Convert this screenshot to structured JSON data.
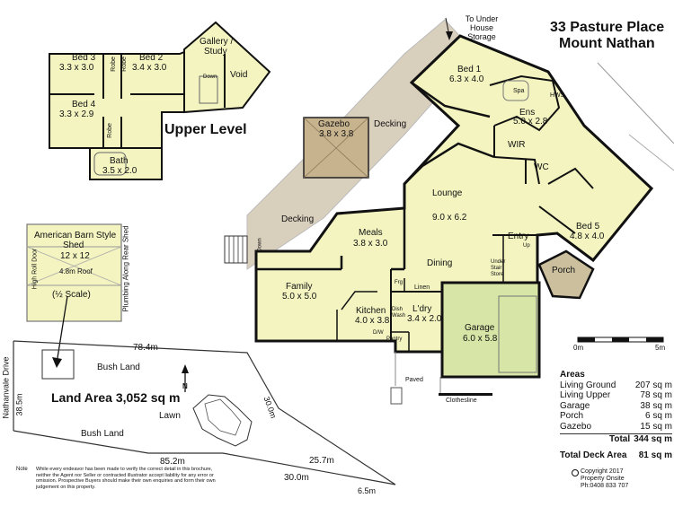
{
  "header": {
    "address_line1": "33 Pasture Place",
    "address_line2": "Mount Nathan"
  },
  "upper_level": {
    "title": "Upper Level",
    "rooms": [
      {
        "name": "Bed 3",
        "size": "3.3 x 3.0"
      },
      {
        "name": "Bed 2",
        "size": "3.4 x 3.0"
      },
      {
        "name": "Bed 4",
        "size": "3.3 x 2.9"
      },
      {
        "name": "Bath",
        "size": "3.5 x 2.0"
      },
      {
        "name": "Gallery /",
        "size": "Study"
      },
      {
        "name": "Void",
        "size": ""
      }
    ],
    "robe1": "Robe",
    "robe2": "Robe",
    "robe3": "Robe",
    "down": "Down"
  },
  "ground_level": {
    "rooms": [
      {
        "name": "Gazebo",
        "size": "3.8 x 3.8"
      },
      {
        "name": "Bed 1",
        "size": "6.3 x 4.0"
      },
      {
        "name": "Ens",
        "size": "5.0 x 2.8"
      },
      {
        "name": "Lounge",
        "size": "9.0 x 6.2"
      },
      {
        "name": "Meals",
        "size": "3.8 x 3.0"
      },
      {
        "name": "Family",
        "size": "5.0 x 5.0"
      },
      {
        "name": "Kitchen",
        "size": "4.0 x 3.8"
      },
      {
        "name": "L'dry",
        "size": "3.4 x 2.0"
      },
      {
        "name": "Garage",
        "size": "6.0 x 5.8"
      },
      {
        "name": "Bed 5",
        "size": "4.8 x 4.0"
      }
    ],
    "labels": {
      "decking1": "Decking",
      "decking2": "Decking",
      "dining": "Dining",
      "entry": "Entry",
      "up": "Up",
      "porch": "Porch",
      "wir": "WIR",
      "wc": "WC",
      "spa": "Spa",
      "hws": "HWS",
      "under_stair": "Under Stair Store",
      "linen": "Linen",
      "frg": "Frg",
      "pantry": "Pantry",
      "dw": "D/W",
      "dish_wash": "Dish Wash",
      "down": "Down",
      "paved": "Paved",
      "clothesline": "Clothesline",
      "to_under_house": "To Under House Storage"
    }
  },
  "shed": {
    "title_line1": "American Barn Style",
    "title_line2": "Shed",
    "title_line3": "12 x 12",
    "door": "High Roll Door",
    "roof": "4.8m  Roof",
    "scale": "(½ Scale)",
    "plumbing": "Plumbing Along Rear Shed"
  },
  "site": {
    "land_area": "Land Area 3,052 sq m",
    "road": "Nathanvale Drive",
    "bush_land1": "Bush Land",
    "bush_land2": "Bush Land",
    "lawn": "Lawn",
    "dims": {
      "d1": "78.4m",
      "d2": "38.5m",
      "d3": "30.0m",
      "d4": "85.2m",
      "d5": "25.7m",
      "d6": "30.0m",
      "d7": "6.5m"
    },
    "north": "N"
  },
  "scale_bar": {
    "start": "0m",
    "end": "5m"
  },
  "areas": {
    "title": "Areas",
    "rows": [
      {
        "label": "Living Ground",
        "value": "207 sq m"
      },
      {
        "label": "Living Upper",
        "value": "78 sq m"
      },
      {
        "label": "Garage",
        "value": "38 sq m"
      },
      {
        "label": "Porch",
        "value": "6 sq m"
      },
      {
        "label": "Gazebo",
        "value": "15 sq m"
      }
    ],
    "total_label": "Total",
    "total_value": "344 sq m",
    "deck_label": "Total Deck Area",
    "deck_value": "81 sq m"
  },
  "note": {
    "heading": "Note",
    "text": "While every endeavor has been made to verify the correct detail in this brochure, neither the Agent nor Seller or contracted illustrator accept liability for any error or omission. Prospective Buyers should make their own enquiries and form their own judgement on this property."
  },
  "copyright": {
    "line1": "Copyright 2017",
    "line2": "Property Onsite",
    "line3": "Ph:0408 833 707"
  },
  "colors": {
    "room": "#f3f4c0",
    "deck": "#d9cfbd",
    "garage": "#d7e5a6",
    "porch": "#cbbf9e",
    "wall": "#111111"
  }
}
